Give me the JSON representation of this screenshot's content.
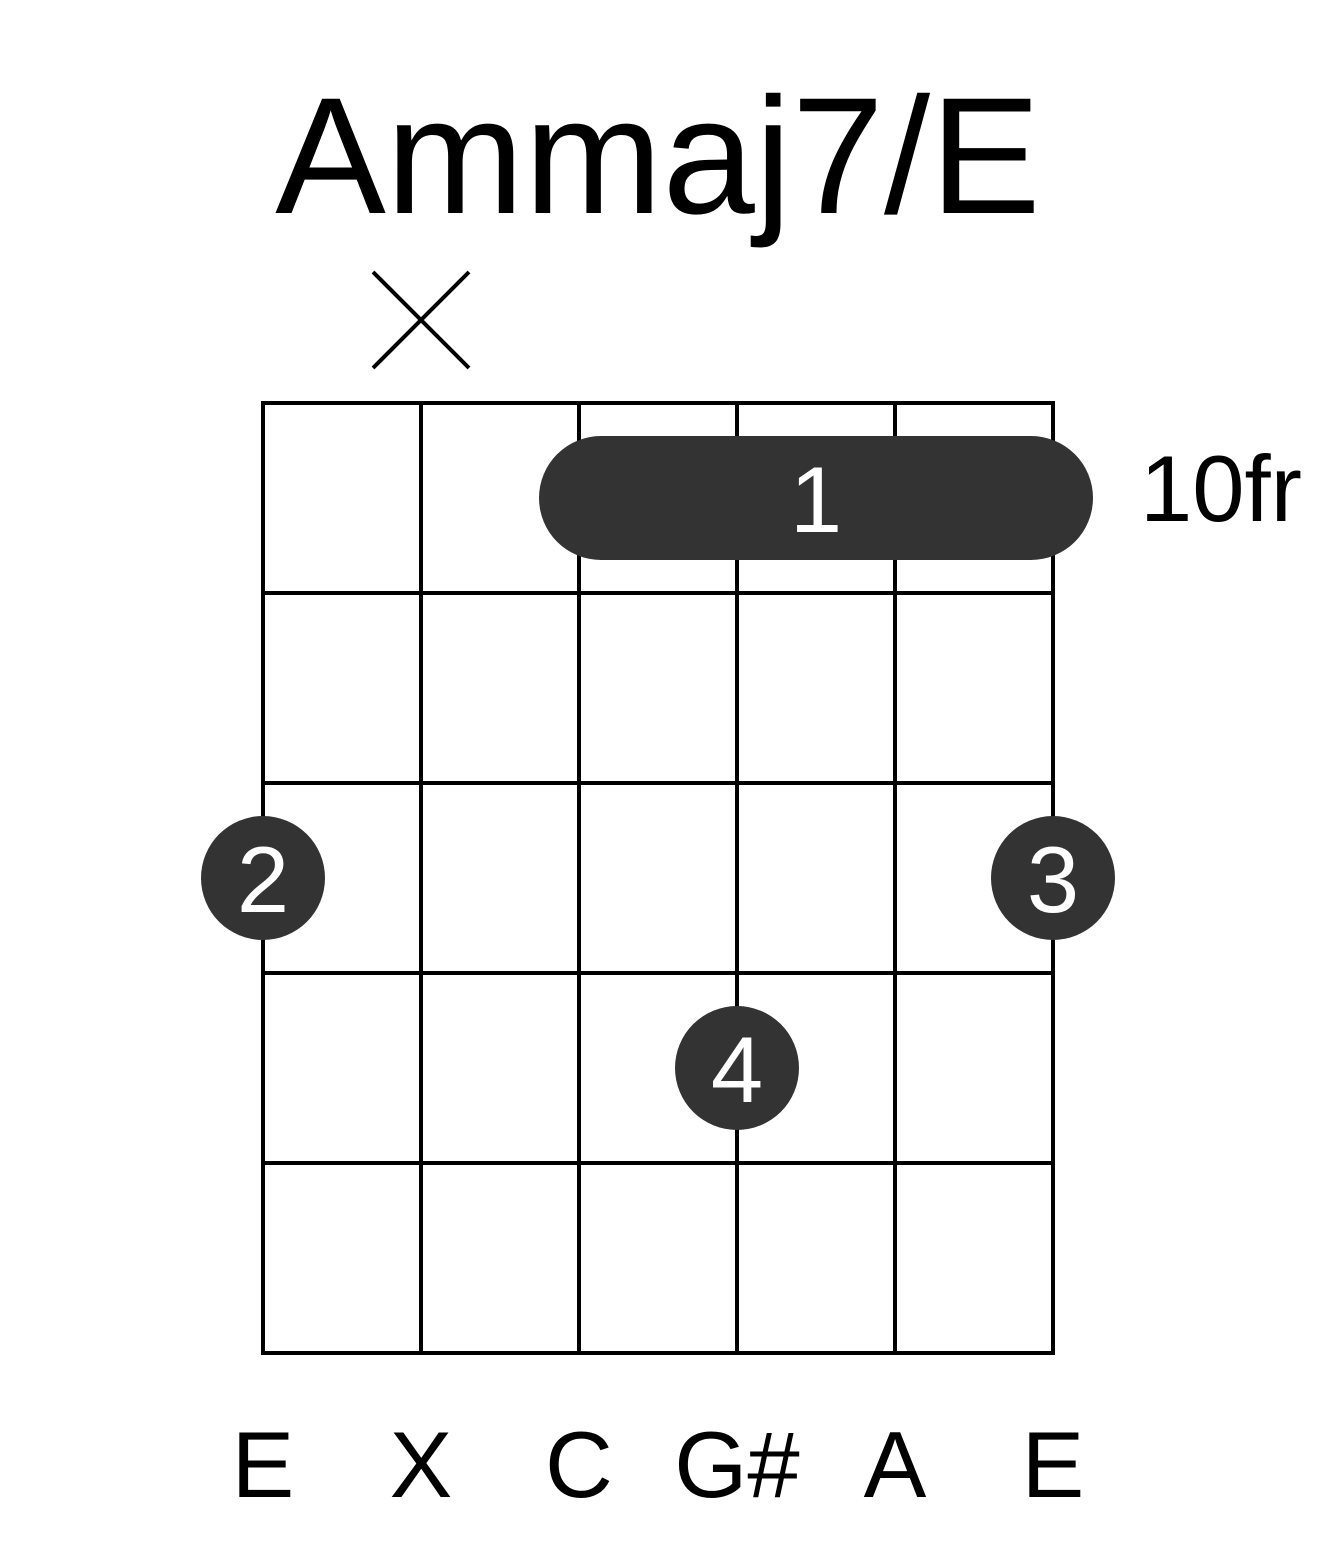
{
  "chord": {
    "name": "Ammaj7/E",
    "fret_label": "10fr",
    "string_count": 6,
    "fret_rows": 5,
    "muted_strings": [
      2
    ],
    "barre": {
      "finger": "1",
      "fret_row": 1,
      "from_string": 3,
      "to_string": 6
    },
    "dots": [
      {
        "finger": "2",
        "string": 1,
        "fret_row": 3
      },
      {
        "finger": "3",
        "string": 6,
        "fret_row": 3
      },
      {
        "finger": "4",
        "string": 4,
        "fret_row": 4
      }
    ],
    "notes": [
      "E",
      "X",
      "C",
      "G#",
      "A",
      "E"
    ]
  },
  "colors": {
    "marker_fill": "#333333",
    "marker_text": "#ffffff",
    "lines": "#000000",
    "background": "#ffffff"
  }
}
